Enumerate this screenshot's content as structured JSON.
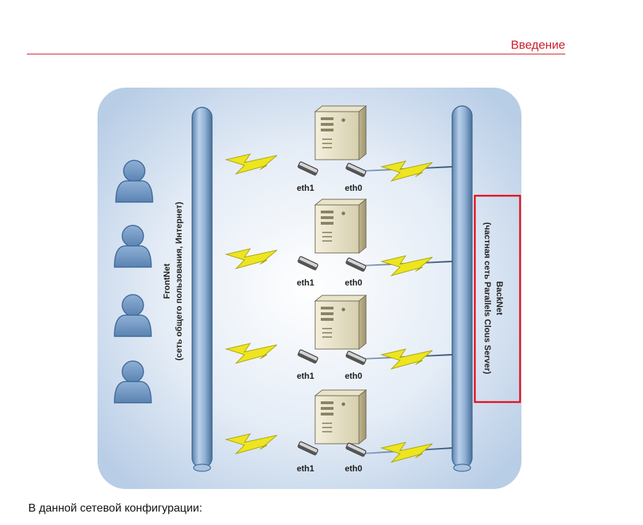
{
  "header": {
    "title": "Введение"
  },
  "diagram": {
    "frontnet": {
      "name": "FrontNet",
      "description": "(сеть общего пользования, Интернет)"
    },
    "backnet": {
      "name": "BackNet",
      "description": "(частная сеть Parallels Clous Server)"
    },
    "servers": [
      {
        "port_front": "eth1",
        "port_back": "eth0"
      },
      {
        "port_front": "eth1",
        "port_back": "eth0"
      },
      {
        "port_front": "eth1",
        "port_back": "eth0"
      },
      {
        "port_front": "eth1",
        "port_back": "eth0"
      }
    ],
    "users_count": 4,
    "highlight_color": "#e3101b",
    "background_color": "#c9d9ec",
    "pipe_color": "#8fb1d6",
    "lightning_color": "#e8e61c"
  },
  "body_text": "В данной сетевой конфигурации:"
}
